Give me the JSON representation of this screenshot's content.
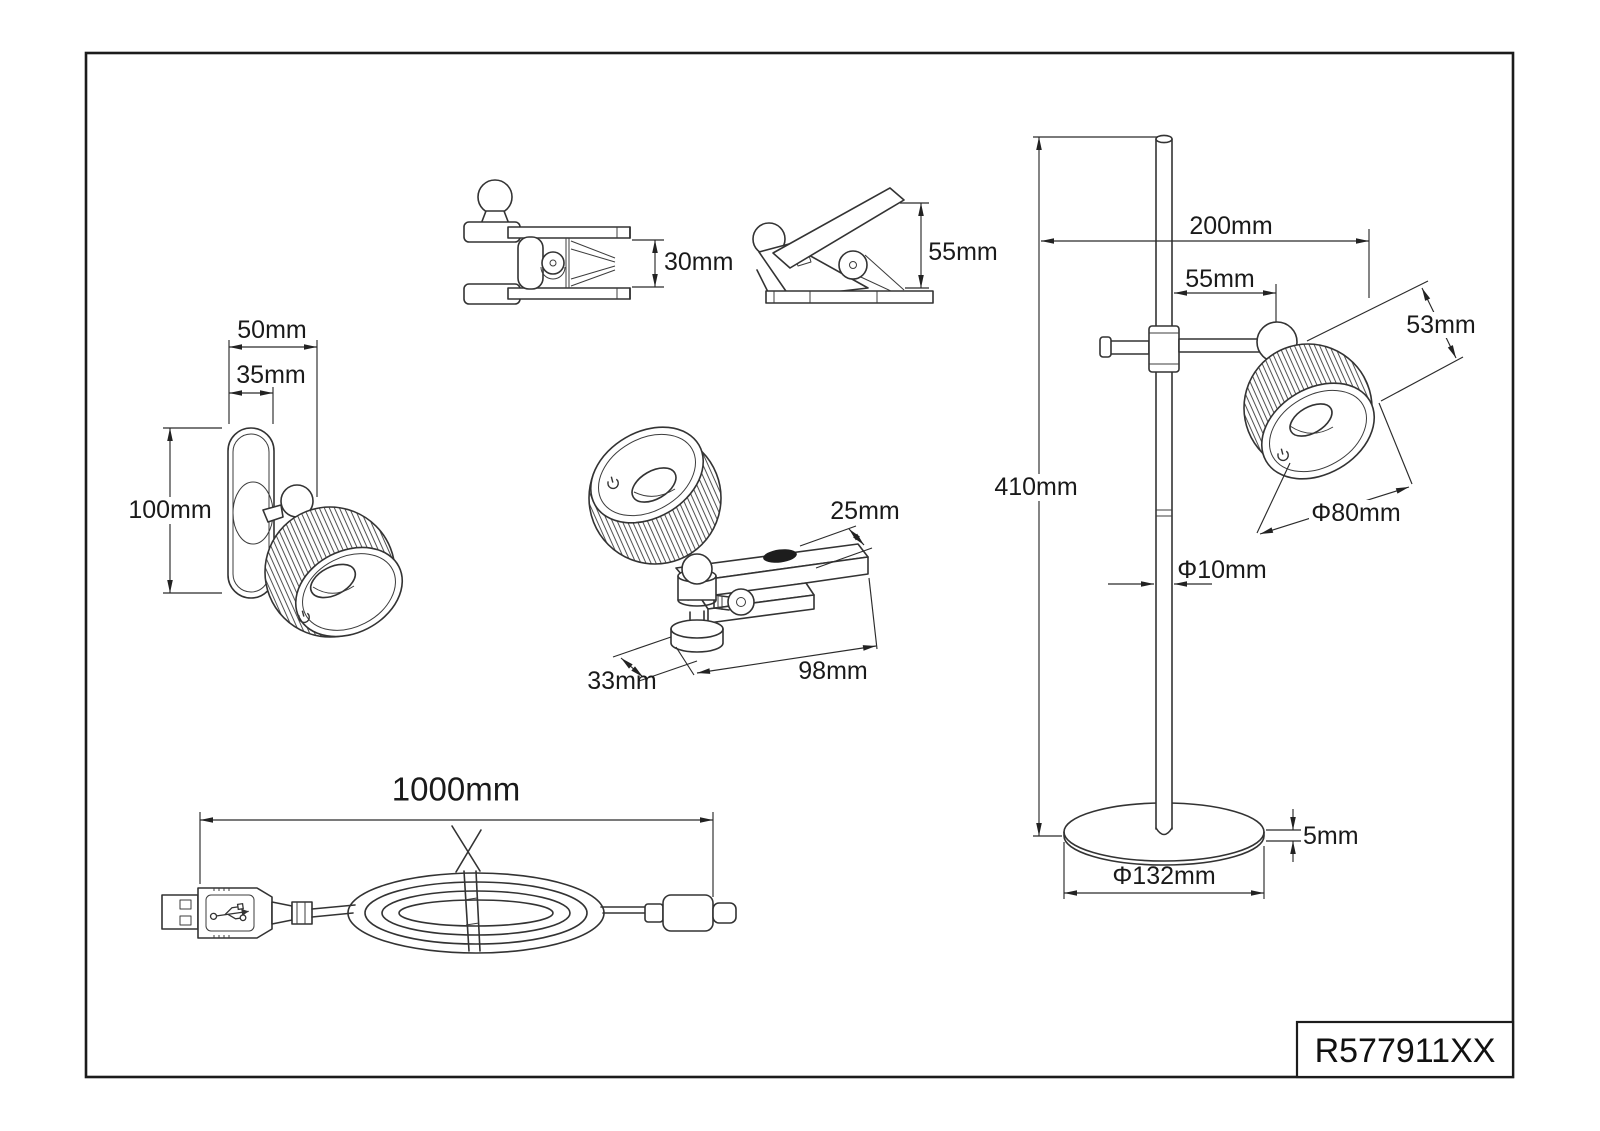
{
  "title_block": {
    "product_code": "R577911XX"
  },
  "views": {
    "clip_top": {
      "opening_height": "30mm"
    },
    "clip_side": {
      "height": "55mm"
    },
    "wall_mount": {
      "depth": "50mm",
      "plate_depth": "35mm",
      "plate_height": "100mm"
    },
    "clip_lamp": {
      "arm_width": "25mm",
      "foot_depth": "33mm",
      "clamp_length": "98mm"
    },
    "table_lamp": {
      "total_height": "410mm",
      "arm_reach": "200mm",
      "head_offset": "55mm",
      "shade_depth": "53mm",
      "shade_diameter": "Φ80mm",
      "pole_diameter": "Φ10mm",
      "base_thickness": "5mm",
      "base_diameter": "Φ132mm"
    },
    "usb_cable": {
      "length": "1000mm"
    }
  },
  "colors": {
    "line": "#333333",
    "text": "#1a1a1a",
    "background": "#ffffff"
  }
}
